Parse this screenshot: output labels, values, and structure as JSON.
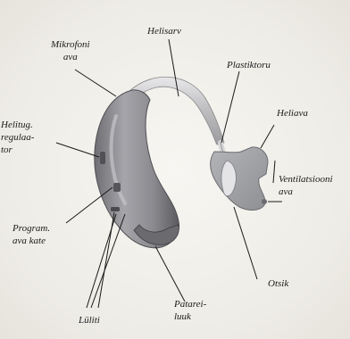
{
  "labels": {
    "helisarv": "Helisarv",
    "mikrofoni": "Mikrofoni\nava",
    "plastiktoru": "Plastiktoru",
    "heliava": "Heliava",
    "helitug": "Helitug.\nregulaa-\ntor",
    "ventilatsiooni": "Ventilatsiooni\nava",
    "program": "Program.\nava kate",
    "otsik": "Otsik",
    "lyliti": "Lüliti",
    "patarei": "Patarei-\nluuk"
  },
  "colors": {
    "device_body": "#8f8f94",
    "device_shadow": "#5e5e63",
    "tubing": "#c9c9cb",
    "earmold": "#a9aaae",
    "leader_lines": "#1a1a1a"
  }
}
